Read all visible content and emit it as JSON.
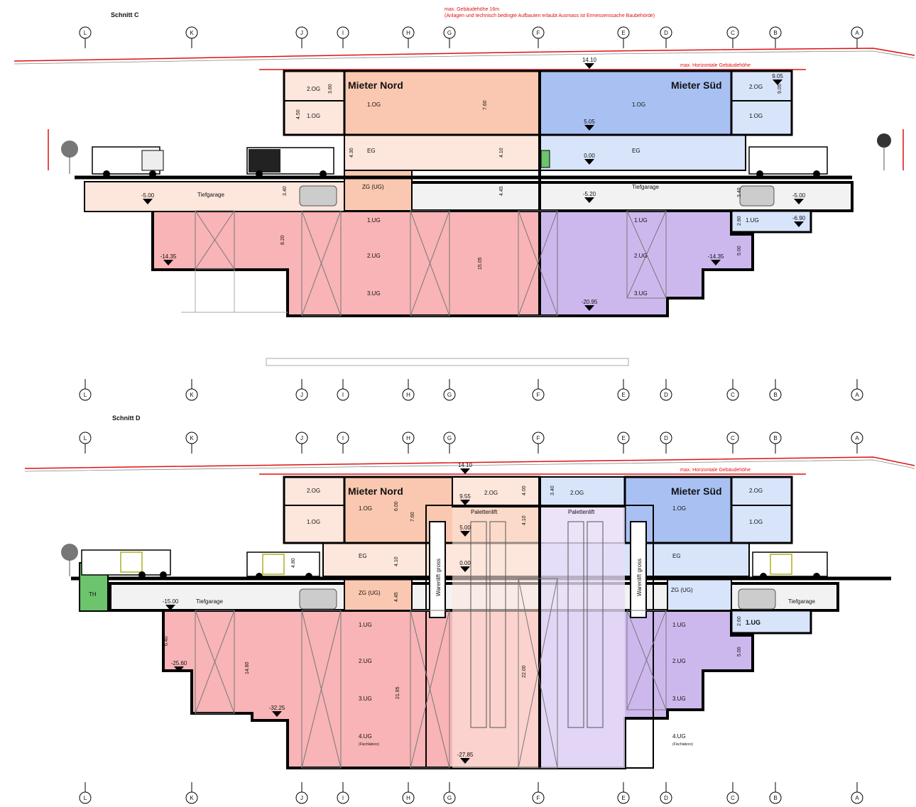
{
  "header": {
    "max_height_line1": "max. Gebäudehöhe 16m",
    "max_height_line2": "(Anlagen und technisch bedingte Aufbauten erlaubt Ausmass ist Ermessenssache Baubehörde)"
  },
  "axes": [
    "L",
    "K",
    "J",
    "I",
    "H",
    "G",
    "F",
    "E",
    "D",
    "C",
    "B",
    "A"
  ],
  "colors": {
    "north_light": "#fde6dc",
    "north_mid": "#fac8b0",
    "north_basement": "#f8b4b6",
    "south_light": "#d8e4fa",
    "south_mid": "#a9c1f2",
    "south_basement": "#cdb8ee",
    "garage": "#f2f2f2",
    "outline": "#000000",
    "terrain": "#e01010",
    "green": "#6cc46c"
  },
  "schnitt_c": {
    "title": "Schnitt C",
    "max_building_height": "max. Horizontale Gebäudehöhe",
    "tenant_north": "Mieter Nord",
    "tenant_south": "Mieter Süd",
    "elev_top": "14.10",
    "elev_gf": "0.00",
    "elev_1og": "5.05",
    "elev_garage_w": "-5.00",
    "elev_garage_mid": "-5.20",
    "elev_garage_e": "-5.00",
    "elev_ug_e": "-6.90",
    "elev_ug_w": "-14.35",
    "elev_ug_e2": "-14.35",
    "elev_bottom": "-20.95",
    "lbl_2og_w": "2.OG",
    "lbl_1og_w": "1.OG",
    "lbl_1og_n": "1.OG",
    "lbl_eg_n": "EG",
    "lbl_zg": "ZG (UG)",
    "lbl_1ug_n": "1.UG",
    "lbl_2ug_n": "2.UG",
    "lbl_3ug_n": "3.UG",
    "lbl_1og_s": "1.OG",
    "lbl_eg_s": "EG",
    "lbl_2og_e": "2.OG",
    "lbl_1og_e": "1.OG",
    "lbl_1ug_s": "1.UG",
    "lbl_2ug_s": "2.UG",
    "lbl_3ug_s": "3.UG",
    "lbl_1ug_e": "1.UG",
    "garage_w": "Tiefgarage",
    "garage_e": "Tiefgarage",
    "dim_a": "3.60",
    "dim_b": "4.50",
    "dim_c": "7.60",
    "dim_d": "4.30",
    "dim_e": "3.40",
    "dim_f": "4.45",
    "dim_g": "8.20",
    "dim_h": "15.05",
    "dim_i": "4.10",
    "dim_j": "3.40",
    "dim_k": "2.80",
    "dim_l": "5.00",
    "dim_m": "9.05"
  },
  "schnitt_d": {
    "title": "Schnitt D",
    "max_building_height": "max. Horizontale Gebäudehöhe",
    "tenant_north": "Mieter Nord",
    "tenant_south": "Mieter Süd",
    "elev_top": "14.10",
    "elev_9": "9.55",
    "elev_5": "5.00",
    "elev_0": "0.00",
    "elev_garage_w": "-15.00",
    "elev_ug_w": "-25.60",
    "elev_ug_w2": "-32.25",
    "elev_bottom": "-27.85",
    "lbl_2og_w": "2.OG",
    "lbl_1og_w": "1.OG",
    "lbl_1og_n": "1.OG",
    "lbl_2og_mid": "2.OG",
    "lbl_2og_mid2": "2.OG",
    "lift_1": "Palettenlift",
    "lift_2": "Palettenlift",
    "wlift_w": "Warenlift gross",
    "wlift_e": "Warenlift gross",
    "lbl_eg_n": "EG",
    "lbl_zg_n": "ZG (UG)",
    "lbl_1ug_n": "1.UG",
    "lbl_2ug_n": "2.UG",
    "lbl_3ug_n": "3.UG",
    "lbl_4ug_n": "4.UG",
    "lbl_4ug_n_note": "(Fischlabors)",
    "lbl_1og_s": "1.OG",
    "lbl_eg_s": "EG",
    "lbl_zg_s": "ZG (UG)",
    "lbl_1ug_s": "1.UG",
    "lbl_2ug_s": "2.UG",
    "lbl_3ug_s": "3.UG",
    "lbl_4ug_s": "4.UG",
    "lbl_4ug_s_note": "(Fischlabors)",
    "lbl_2og_e": "2.OG",
    "lbl_1og_e": "1.OG",
    "lbl_1ug_e": "1.UG",
    "garage_w": "Tiefgarage",
    "garage_e": "Tiefgarage",
    "th": "TH",
    "dim_a": "6.00",
    "dim_b": "7.60",
    "dim_c": "4.00",
    "dim_d": "4.10",
    "dim_e": "4.10",
    "dim_f": "4.45",
    "dim_g": "3.40",
    "dim_h": "4.80",
    "dim_i": "6.40",
    "dim_j": "14.80",
    "dim_k": "21.95",
    "dim_l": "22.00",
    "dim_m": "2.60",
    "dim_n": "5.00"
  }
}
